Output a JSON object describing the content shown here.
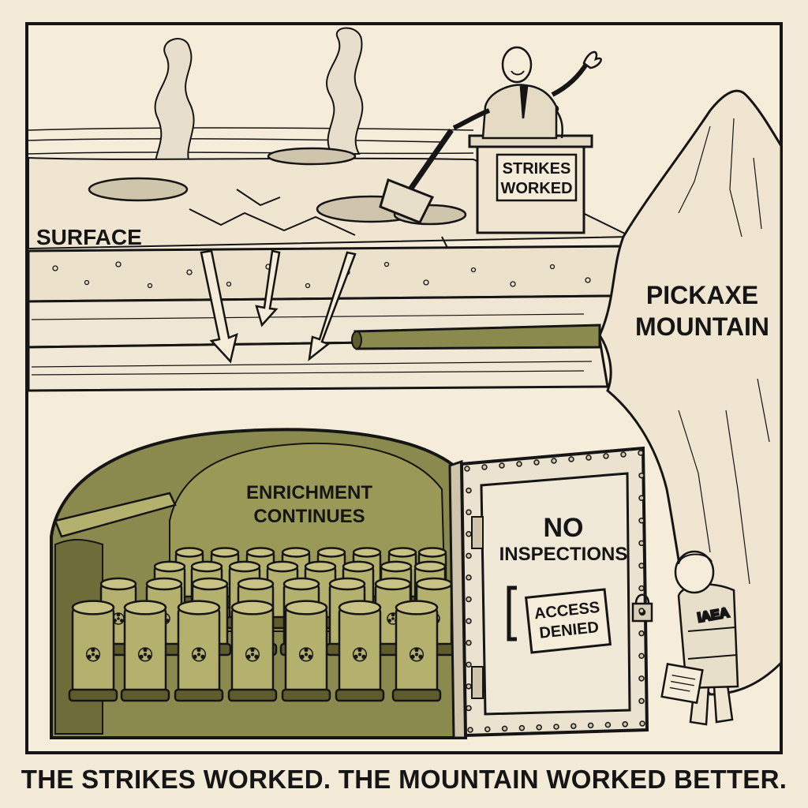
{
  "labels": {
    "surface": "SURFACE",
    "podium_line1": "STRIKES",
    "podium_line2": "WORKED",
    "mountain_line1": "PICKAXE",
    "mountain_line2": "MOUNTAIN",
    "bunker_line1": "ENRICHMENT",
    "bunker_line2": "CONTINUES",
    "door_line1": "NO",
    "door_line2": "INSPECTIONS",
    "sign_line1": "ACCESS",
    "sign_line2": "DENIED",
    "vest": "IAEA"
  },
  "caption": "THE STRIKES WORKED. THE MOUNTAIN WORKED BETTER.",
  "colors": {
    "paper": "#f3ead8",
    "ink": "#151515",
    "olive": "#8b8a4e",
    "olive_dark": "#5e5c2c",
    "olive_light": "#b4b06e"
  },
  "icons": [
    "radiation-icon",
    "padlock-icon",
    "hinge-icon",
    "clipboard-icon",
    "sledgehammer-icon",
    "microphone-icon"
  ]
}
